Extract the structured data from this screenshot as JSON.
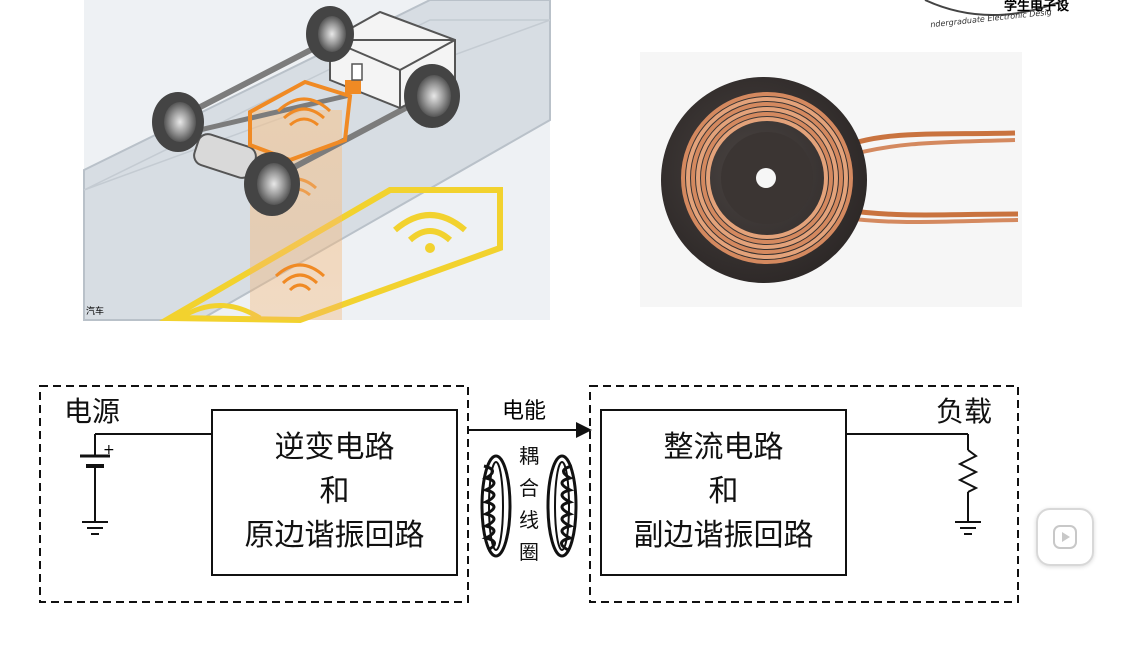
{
  "top_right_logo": {
    "chars": "学生电子设",
    "english": "ndergraduate Electronic Desig"
  },
  "car_illustration": {
    "watermark": "汽车"
  },
  "diagram": {
    "left_group": {
      "label": "电源",
      "box_lines": [
        "逆变电路",
        "和",
        "原边谐振回路"
      ]
    },
    "coupling": {
      "arrow_label": "电能",
      "coil_label_chars": [
        "耦",
        "合",
        "线",
        "圈"
      ]
    },
    "right_group": {
      "label": "负载",
      "box_lines": [
        "整流电路",
        "和",
        "副边谐振回路"
      ]
    },
    "battery_plus": "+"
  },
  "colors": {
    "coil_copper": "#d4895f",
    "coil_plate": "#3c3634",
    "highlight_orange": "#f08a24",
    "highlight_yellow": "#f2d22e",
    "road": "#d7dde3"
  },
  "icons": {
    "play": "play-icon"
  }
}
